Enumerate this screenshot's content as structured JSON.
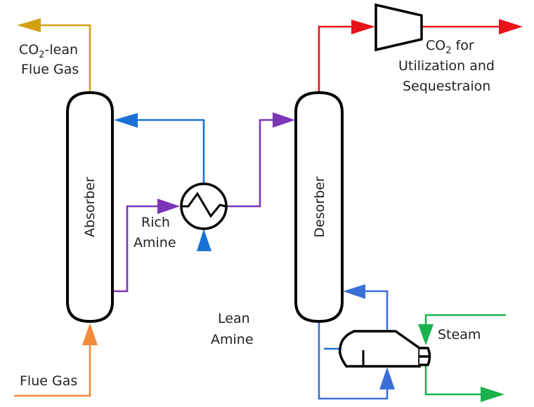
{
  "colors": {
    "lean_flue_gas": "#d4a012",
    "flue_gas": "#f28a3a",
    "co2_product": "#e8121a",
    "rich_amine": "#7a35b8",
    "lean_amine": "#1a72d4",
    "lean_amine_reboiler": "#3a6fd8",
    "steam": "#19b24e"
  },
  "units": {
    "absorber": "Absorber",
    "desorber": "Desorber"
  },
  "labels": {
    "co2_lean_line1_prefix": "CO",
    "co2_lean_line1_sub": "2",
    "co2_lean_line1_suffix": "-lean",
    "co2_lean_line2": "Flue Gas",
    "co2_for_prefix": "CO",
    "co2_for_sub": "2",
    "co2_for_suffix": " for",
    "co2_line2": "Utilization and",
    "co2_line3": "Sequestraion",
    "rich_line1": "Rich",
    "rich_line2": "Amine",
    "lean_line1": "Lean",
    "lean_line2": "Amine",
    "steam": "Steam",
    "flue_gas": "Flue Gas"
  }
}
